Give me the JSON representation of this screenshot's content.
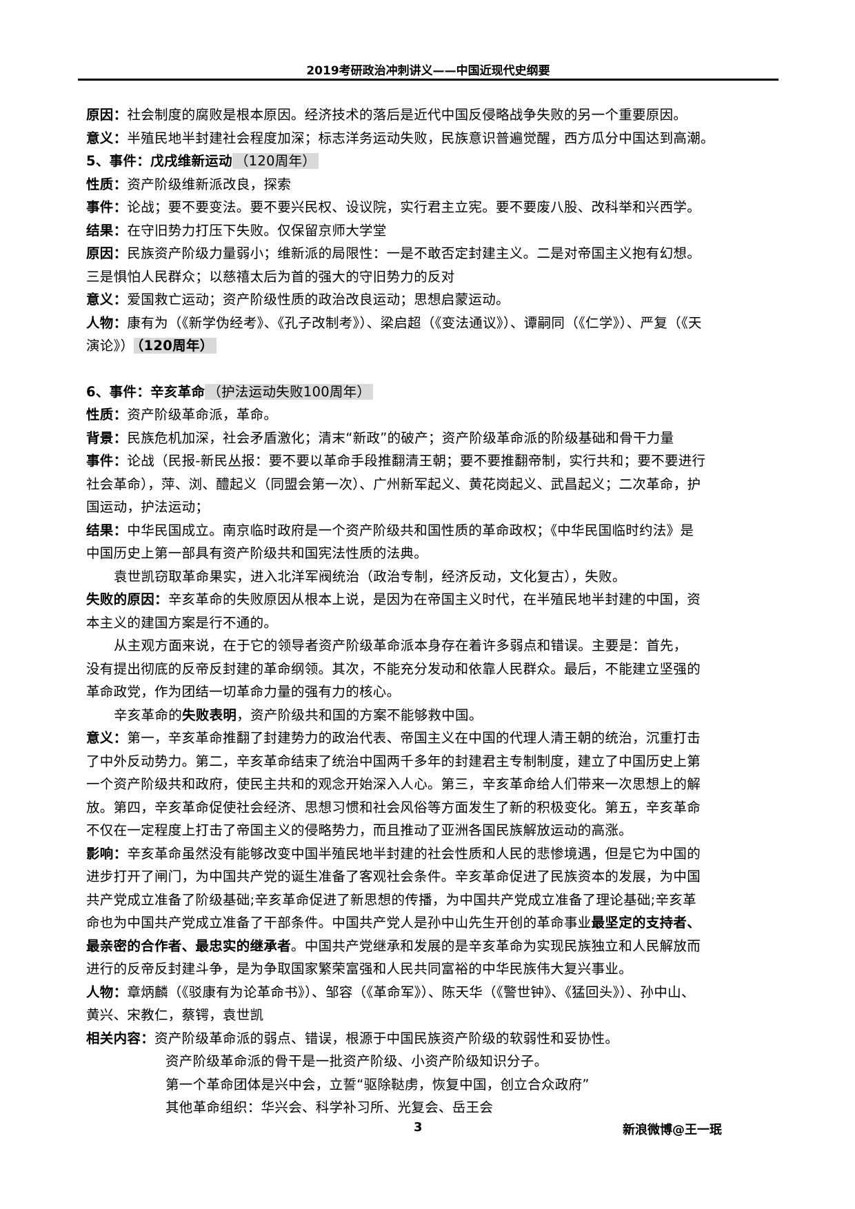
{
  "header": {
    "title": "2019考研政治冲刺讲义——中国近现代史纲要"
  },
  "sec4_tail": {
    "reason_label": "原因：",
    "reason": "社会制度的腐败是根本原因。经济技术的落后是近代中国反侵略战争失败的另一个重要原因。",
    "meaning_label": "意义：",
    "meaning": "半殖民地半封建社会程度加深；标志洋务运动失败，民族意识普遍觉醒，西方瓜分中国达到高潮。"
  },
  "sec5": {
    "heading": "5、事件：戊戌维新运动",
    "heading_note": "（120周年）",
    "nature_label": "性质：",
    "nature": "资产阶级维新派改良，探索",
    "event_label": "事件：",
    "event": "论战；要不要变法。要不要兴民权、设议院，实行君主立宪。要不要废八股、改科举和兴西学。",
    "result_label": "结果：",
    "result": "在守旧势力打压下失败。仅保留京师大学堂",
    "reason_label": "原因：",
    "reason_l1": "民族资产阶级力量弱小；维新派的局限性：一是不敢否定封建主义。二是对帝国主义抱有幻想。",
    "reason_l2": "三是惧怕人民群众；以慈禧太后为首的强大的守旧势力的反对",
    "meaning_label": "意义：",
    "meaning": "爱国救亡运动；资产阶级性质的政治改良运动；思想启蒙运动。",
    "people_label": "人物：",
    "people_l1": "康有为（《新学伪经考》、《孔子改制考》）、梁启超（《变法通议》）、谭嗣同（《仁学》）、严复（《天",
    "people_l2": "演论》）",
    "people_note": "（120周年）"
  },
  "sec6": {
    "heading": "6、事件：辛亥革命",
    "heading_note": "（护法运动失败100周年）",
    "nature_label": "性质：",
    "nature": "资产阶级革命派，革命。",
    "background_label": "背景：",
    "background": "民族危机加深，社会矛盾激化；清末“新政”的破产；资产阶级革命派的阶级基础和骨干力量",
    "event_label": "事件：",
    "event_l1": "论战（民报-新民丛报：要不要以革命手段推翻清王朝；要不要推翻帝制，实行共和；要不要进行",
    "event_l2": "社会革命），萍、浏、醴起义（同盟会第一次）、广州新军起义、黄花岗起义、武昌起义；二次革命，护",
    "event_l3": "国运动，护法运动；",
    "result_label": "结果：",
    "result_l1": "中华民国成立。南京临时政府是一个资产阶级共和国性质的革命政权；《中华民国临时约法》是",
    "result_l2": "中国历史上第一部具有资产阶级共和国宪法性质的法典。",
    "result_l3": "袁世凯窃取革命果实，进入北洋军阀统治（政治专制，经济反动，文化复古），失败。",
    "failure_label": "失败的原因：",
    "failure_l1": "辛亥革命的失败原因从根本上说，是因为在帝国主义时代，在半殖民地半封建的中国，资",
    "failure_l2": "本主义的建国方案是行不通的。",
    "failure_l3": "从主观方面来说，在于它的领导者资产阶级革命派本身存在着许多弱点和错误。主要是：首先，",
    "failure_l4": "没有提出彻底的反帝反封建的革命纲领。其次，不能充分发动和依靠人民群众。最后，不能建立坚强的",
    "failure_l5": "革命政党，作为团结一切革命力量的强有力的核心。",
    "failure_show_pre": "辛亥革命的",
    "failure_show_bold": "失败表明",
    "failure_show_post": "，资产阶级共和国的方案不能够救中国。",
    "meaning_label": "意义：",
    "meaning_l1": "第一，辛亥革命推翻了封建势力的政治代表、帝国主义在中国的代理人清王朝的统治，沉重打击",
    "meaning_l2": "了中外反动势力。第二，辛亥革命结束了统治中国两千多年的封建君主专制制度，建立了中国历史上第",
    "meaning_l3": "一个资产阶级共和政府，使民主共和的观念开始深入人心。第三，辛亥革命给人们带来一次思想上的解",
    "meaning_l4": "放。第四，辛亥革命促使社会经济、思想习惯和社会风俗等方面发生了新的积极变化。第五，辛亥革命",
    "meaning_l5": "不仅在一定程度上打击了帝国主义的侵略势力，而且推动了亚洲各国民族解放运动的高涨。",
    "influence_label": "影响：",
    "influence_l1": "辛亥革命虽然没有能够改变中国半殖民地半封建的社会性质和人民的悲惨境遇，但是它为中国的",
    "influence_l2": "进步打开了闸门，为中国共产党的诞生准备了客观社会条件。辛亥革命促进了民族资本的发展，为中国",
    "influence_l3": "共产党成立准备了阶级基础;辛亥革命促进了新思想的传播，为中国共产党成立准备了理论基础;辛亥革",
    "influence_l4_pre": "命也为中国共产党成立准备了干部条件。中国共产党人是孙中山先生开创的革命事业",
    "influence_l4_bold": "最坚定的支持者、",
    "influence_l5_bold": "最亲密的合作者、最忠实的继承者",
    "influence_l5_post": "。中国共产党继承和发展的是辛亥革命为实现民族独立和人民解放而",
    "influence_l6": "进行的反帝反封建斗争，是为争取国家繁荣富强和人民共同富裕的中华民族伟大复兴事业。",
    "people_label": "人物：",
    "people_l1": "章炳麟（《驳康有为论革命书》）、邹容（《革命军》）、陈天华（《警世钟》、《猛回头》）、孙中山、",
    "people_l2": "黄兴、宋教仁，蔡锷，袁世凯",
    "related_label": "相关内容：",
    "related_l1": "资产阶级革命派的弱点、错误，根源于中国民族资产阶级的软弱性和妥协性。",
    "related_l2": "资产阶级革命派的骨干是一批资产阶级、小资产阶级知识分子。",
    "related_l3": "第一个革命团体是兴中会，立誓“驱除鞑虏，恢复中国，创立合众政府”",
    "related_l4": "其他革命组织：华兴会、科学补习所、光复会、岳王会"
  },
  "footer": {
    "page_number": "3",
    "signature": "新浪微博@王一珉"
  },
  "colors": {
    "highlight": "#d9d9d9",
    "text": "#000000"
  }
}
